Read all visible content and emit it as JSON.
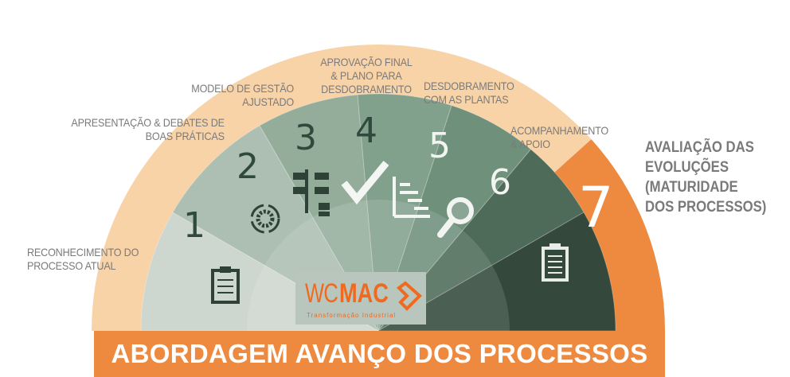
{
  "title": "ABORDAGEM AVANÇO DOS PROCESSOS",
  "steps": [
    {
      "number": "1",
      "label_lines": [
        "RECONHECIMENTO DO",
        "PROCESSO ATUAL"
      ],
      "icon": "clipboard-icon"
    },
    {
      "number": "2",
      "label_lines": [
        "APRESENTAÇÃO & DEBATES DE",
        "BOAS PRÁTICAS"
      ],
      "icon": "gear-cycle-icon"
    },
    {
      "number": "3",
      "label_lines": [
        "MODELO DE GESTÃO",
        "AJUSTADO"
      ],
      "icon": "flowchart-icon"
    },
    {
      "number": "4",
      "label_lines": [
        "APROVAÇÃO FINAL",
        "& PLANO PARA",
        "DESDOBRAMENTO"
      ],
      "icon": "checkmark-icon"
    },
    {
      "number": "5",
      "label_lines": [
        "DESDOBRAMENTO",
        "COM AS PLANTAS"
      ],
      "icon": "gantt-chart-icon"
    },
    {
      "number": "6",
      "label_lines": [
        "ACOMPANHAMENTO",
        "& APOIO"
      ],
      "icon": "magnifier-icon"
    },
    {
      "number": "7",
      "label_lines": [
        "AVALIAÇÃO DAS",
        "EVOLUÇÕES",
        "(MATURIDADE",
        "DOS PROCESSOS)"
      ],
      "icon": "checklist-icon"
    }
  ],
  "logo": {
    "wc": "WC",
    "mac": "MAC",
    "tagline": "Transformação Industrial"
  },
  "colors": {
    "orange": "#ee8a3f",
    "peach": "#f8d3a8",
    "text_gray": "#7a7a7a"
  }
}
